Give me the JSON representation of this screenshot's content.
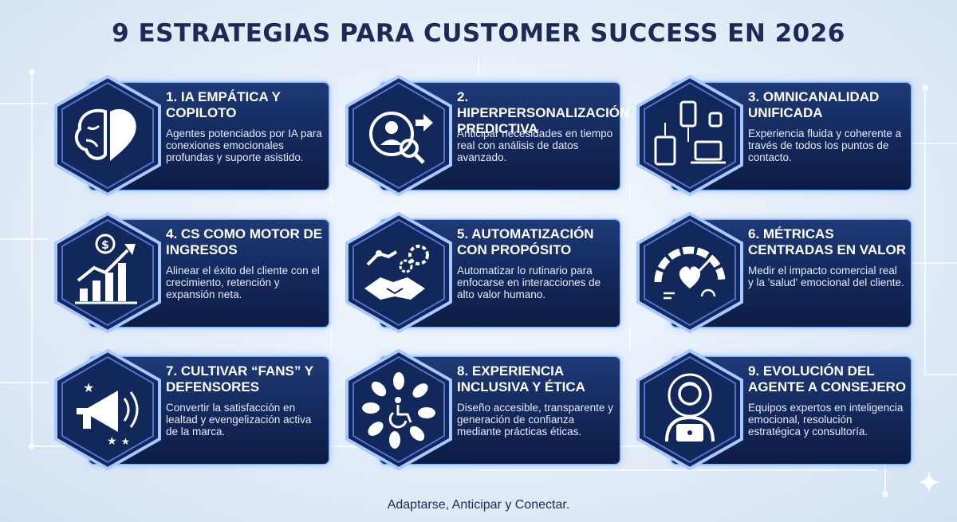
{
  "title": "9 ESTRATEGIAS PARA CUSTOMER SUCCESS EN 2026",
  "cards": [
    {
      "title": "1. IA EMPÁTICA Y COPILOTO",
      "desc": "Agentes potenciados por IA para conexiones emocionales profundas y suporte asistido.",
      "icon": "brain-heart-icon"
    },
    {
      "title": "2. HIPERPERSONALIZACIÓN PREDICTIVA",
      "desc": "Anticipar necesidades en tiempo real con análisis de datos avanzado.",
      "icon": "user-search-icon"
    },
    {
      "title": "3. OMNICANALIDAD UNIFICADA",
      "desc": "Experiencia fluida y coherente a través de todos los puntos de contacto.",
      "icon": "devices-icon"
    },
    {
      "title": "4. CS COMO MOTOR DE INGRESOS",
      "desc": "Alinear el éxito del cliente con el crecimiento, retención y expansión neta.",
      "icon": "revenue-growth-icon"
    },
    {
      "title": "5. AUTOMATIZACIÓN CON PROPÓSITO",
      "desc": "Automatizar lo rutinario para enfocarse en interacciones de alto valor humano.",
      "icon": "robot-handshake-icon"
    },
    {
      "title": "6. MÉTRICAS CENTRADAS EN VALOR",
      "desc": "Medir el impacto comercial real y la 'salud' emocional del cliente.",
      "icon": "heart-gauge-icon"
    },
    {
      "title": "7. CULTIVAR “FANS” Y DEFENSORES",
      "desc": "Convertir la satisfacción en lealtad y evengelización activa de la marca.",
      "icon": "megaphone-icon"
    },
    {
      "title": "8. EXPERIENCIA INCLUSIVA Y ÉTICA",
      "desc": "Diseño accesible, transparente y generación de confianza mediante prácticas éticas.",
      "icon": "inclusive-hands-icon"
    },
    {
      "title": "9. EVOLUCIÓN DEL AGENTE A CONSEJERO",
      "desc": "Equipos expertos en inteligencia emocional, resolución estratégica y consultoría.",
      "icon": "advisor-icon"
    }
  ],
  "footer": "Adaptarse, Anticipar y Conectar.",
  "colors": {
    "accent": "#7fb4ff",
    "panel": "#13285a",
    "title": "#1c2a55"
  }
}
